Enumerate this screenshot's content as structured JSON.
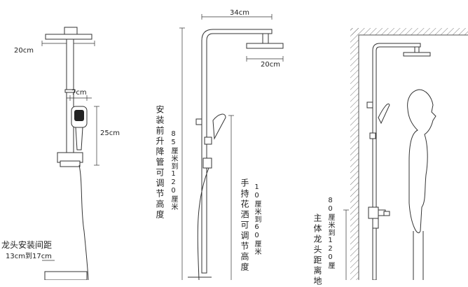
{
  "labels": {
    "top_width_left": "20cm",
    "handle_width": "7cm",
    "handheld_height": "25cm",
    "faucet_spacing": "龙头安装间距",
    "faucet_spacing_range": "13cm到17cm",
    "bar_width": "34cm",
    "head_width": "20cm"
  },
  "vertical_text": {
    "lift_c1": "安装前升降管可调节高度",
    "lift_c2": "85厘米到120厘米",
    "hand_c1": "手持花洒可调节高度",
    "hand_c2": "10厘米到60厘米",
    "body_c1": "主体龙头距离地",
    "body_c2": "80厘米到120厘"
  },
  "colors": {
    "line": "#333333",
    "wall": "#888888"
  }
}
